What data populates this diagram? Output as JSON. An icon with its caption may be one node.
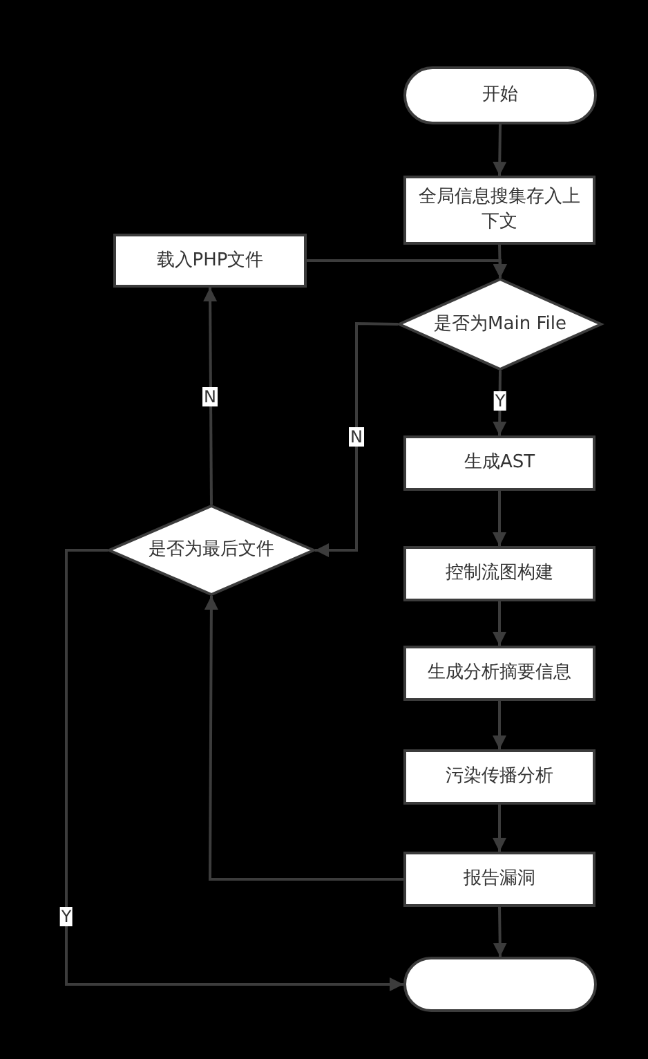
{
  "diagram": {
    "nodes": [
      {
        "text": [
          "开始"
        ]
      },
      {
        "text": [
          "全局信息搜集存入上下文"
        ]
      },
      {
        "text": [
          "载入PHP文件"
        ]
      },
      {
        "text": [
          "是否为Main File"
        ]
      },
      {
        "text": [
          "生成AST"
        ]
      },
      {
        "text": [
          "是否为最后文件"
        ]
      },
      {
        "text": [
          "控制流图构建"
        ]
      },
      {
        "text": [
          "生成分析摘要信息"
        ]
      },
      {
        "text": [
          "污染传播分析"
        ]
      },
      {
        "text": [
          "报告漏洞"
        ]
      },
      {
        "text": [],
        "shape": "terminal"
      }
    ],
    "edges": [
      {
        "from": 0,
        "to": 1,
        "arrow": "to"
      },
      {
        "from": 1,
        "to": 3,
        "arrow": "to"
      },
      {
        "from": 2,
        "to": 3,
        "arrow": "to"
      },
      {
        "from": 3,
        "to": 4,
        "arrow": "to",
        "label": "Y"
      },
      {
        "from": 3,
        "to": 5,
        "arrow": "to",
        "label": "N"
      },
      {
        "from": 5,
        "to": 2,
        "arrow": "to",
        "label": "N"
      },
      {
        "from": 5,
        "to": 10,
        "arrow": "to",
        "label": "Y"
      },
      {
        "from": 4,
        "to": 6,
        "arrow": "to"
      },
      {
        "from": 6,
        "to": 7,
        "arrow": "to"
      },
      {
        "from": 7,
        "to": 8,
        "arrow": "to"
      },
      {
        "from": 8,
        "to": 9,
        "arrow": "to"
      },
      {
        "from": 9,
        "to": 5,
        "arrow": "to"
      },
      {
        "from": 9,
        "to": 10,
        "arrow": "to"
      }
    ]
  }
}
